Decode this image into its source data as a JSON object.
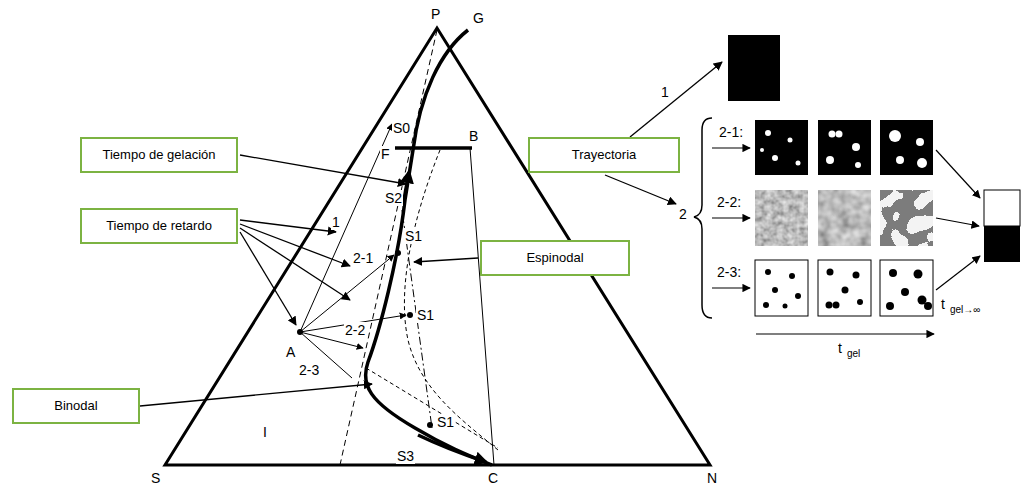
{
  "diagram": {
    "nodes": [
      {
        "text": [
          "Tiempo de gelación"
        ]
      },
      {
        "text": [
          "Trayectoria"
        ]
      },
      {
        "text": [
          "Tiempo de retardo"
        ]
      },
      {
        "text": [
          "Espinodal"
        ]
      },
      {
        "text": [
          "Binodal"
        ]
      }
    ],
    "labels": [
      "P",
      "G",
      "S0",
      "F",
      "B",
      "1",
      "S2",
      "S1",
      "2-1",
      "2-2",
      "S1",
      "A",
      "2-3",
      "I",
      "S3",
      "S1",
      "S",
      "C",
      "N",
      "1",
      "2-1:",
      "2-2:",
      "2-3:",
      "2",
      "t",
      "gel",
      "t",
      "gel→∞"
    ]
  }
}
